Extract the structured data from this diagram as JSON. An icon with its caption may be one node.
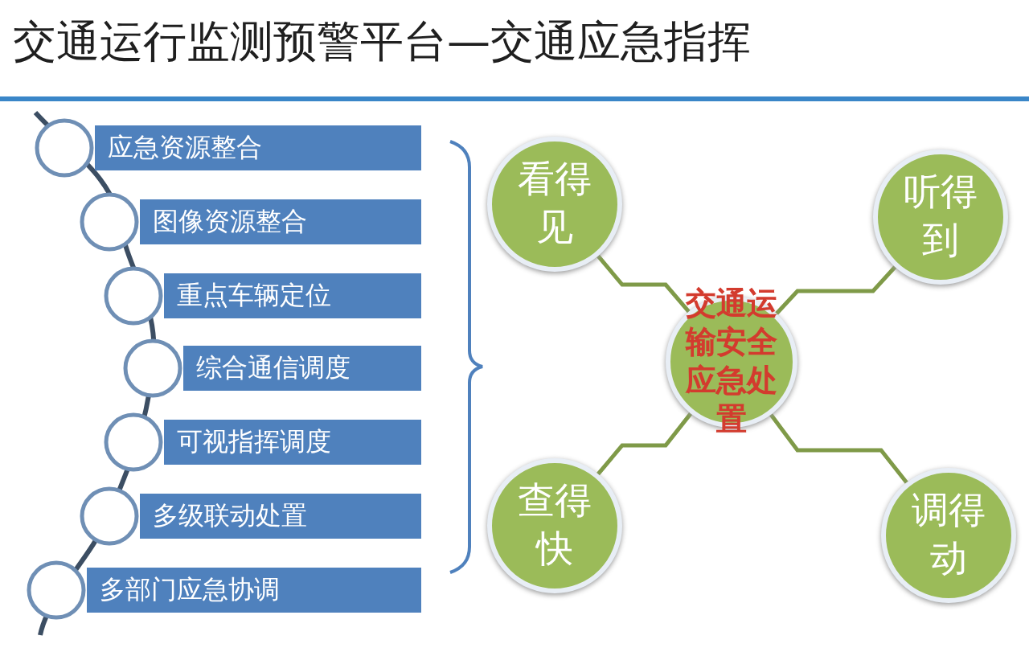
{
  "diagram": {
    "title": "交通运行监测预警平台—交通应急指挥",
    "nodes": [
      {
        "text": [
          "应急资源整合"
        ]
      },
      {
        "text": [
          "图像资源整合"
        ]
      },
      {
        "text": [
          "重点车辆定位"
        ]
      },
      {
        "text": [
          "综合通信调度"
        ]
      },
      {
        "text": [
          "可视指挥调度"
        ]
      },
      {
        "text": [
          "多级联动处置"
        ]
      },
      {
        "text": [
          "多部门应急协调"
        ]
      },
      {
        "text": [
          "看得见"
        ]
      },
      {
        "text": [
          "听得到"
        ]
      },
      {
        "text": [
          "交通运输安全应急处置"
        ]
      },
      {
        "text": [
          "查得快"
        ]
      },
      {
        "text": [
          "调得动"
        ]
      }
    ],
    "edges": [
      {
        "from": 7,
        "to": 9,
        "arrow": "none"
      },
      {
        "from": 9,
        "to": 8,
        "arrow": "none"
      },
      {
        "from": 10,
        "to": 9,
        "arrow": "none"
      },
      {
        "from": 9,
        "to": 11,
        "arrow": "none"
      }
    ]
  }
}
